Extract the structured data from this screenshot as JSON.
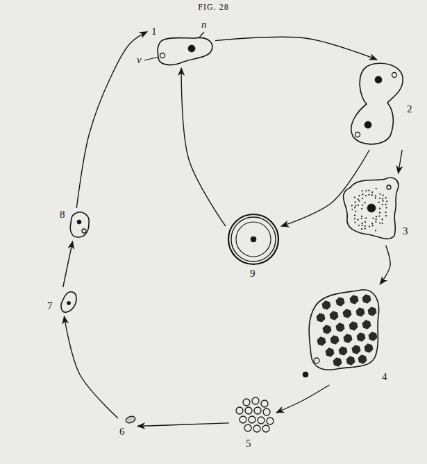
{
  "diagram": {
    "title": "FIG. 28",
    "nodes": [
      {
        "text": [
          "1"
        ]
      },
      {
        "text": [
          "2"
        ]
      },
      {
        "text": [
          "3"
        ]
      },
      {
        "text": [
          "4"
        ]
      },
      {
        "text": [
          "5"
        ]
      },
      {
        "text": [
          "6"
        ]
      },
      {
        "text": [
          "7"
        ]
      },
      {
        "text": [
          "8"
        ]
      },
      {
        "text": [
          "9"
        ]
      }
    ],
    "edges": [
      {
        "from": 0,
        "to": 1,
        "arrow": "to"
      },
      {
        "from": 1,
        "to": 2,
        "arrow": "to"
      },
      {
        "from": 2,
        "to": 3,
        "arrow": "to"
      },
      {
        "from": 3,
        "to": 4,
        "arrow": "to"
      },
      {
        "from": 4,
        "to": 5,
        "arrow": "to"
      },
      {
        "from": 5,
        "to": 6,
        "arrow": "to"
      },
      {
        "from": 6,
        "to": 7,
        "arrow": "to"
      },
      {
        "from": 7,
        "to": 0,
        "arrow": "to"
      },
      {
        "from": 1,
        "to": 8,
        "arrow": "to"
      },
      {
        "from": 8,
        "to": 0,
        "arrow": "to"
      }
    ],
    "labels": [
      "n",
      "v"
    ]
  }
}
